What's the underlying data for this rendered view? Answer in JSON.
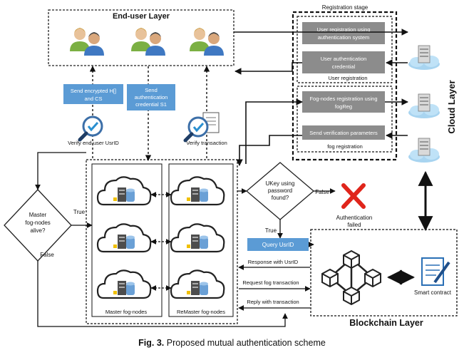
{
  "caption": {
    "prefix": "Fig. 3.",
    "text": "Proposed mutual authentication scheme"
  },
  "end_user_layer": {
    "title": "End-user Layer"
  },
  "registration": {
    "stage_title": "Registration stage",
    "user_box": "User registration",
    "fog_box": "fog registration",
    "steps": [
      {
        "line1": "User registration using",
        "line2": "authentication system"
      },
      {
        "line1": "User authentication",
        "line2": "credential"
      },
      {
        "line1": "Fog-nodes registration using",
        "line2": "fogReg"
      },
      {
        "line1": "Send verification parameters",
        "line2": ""
      }
    ]
  },
  "cloud_layer": {
    "title": "Cloud Layer"
  },
  "blue_notes": [
    {
      "line1": "Send encrypted H[]",
      "line2": "and CS",
      "line3": ""
    },
    {
      "line1": "Send",
      "line2": "authentication",
      "line3": "credential S1"
    }
  ],
  "verify": {
    "end_user": "Verify end-user UsrID",
    "transaction": "Verify transaction"
  },
  "master_decision": {
    "line1": "Master",
    "line2": "fog-nodes",
    "line3": "alive?",
    "true_label": "True",
    "false_label": "False"
  },
  "fog": {
    "master_label": "Master fog-nodes",
    "remaster_label": "ReMaster fog-nodes"
  },
  "ukey_decision": {
    "line1": "UKey using",
    "line2": "password",
    "line3": "found?",
    "true_label": "True",
    "false_label": "False"
  },
  "auth_failed": {
    "line1": "Authentication",
    "line2": "failed"
  },
  "query": {
    "label": "Query UsrID"
  },
  "arrows": {
    "response": "Response with UsrID",
    "request": "Request fog transaction",
    "reply": "Reply with transaction"
  },
  "blockchain": {
    "title": "Blockchain Layer",
    "smart_contract": "Smart contract"
  },
  "colors": {
    "blue": "#5b9bd5",
    "gray": "#8c8c8c",
    "red": "#e0251b",
    "dark": "#1a1a1a"
  }
}
